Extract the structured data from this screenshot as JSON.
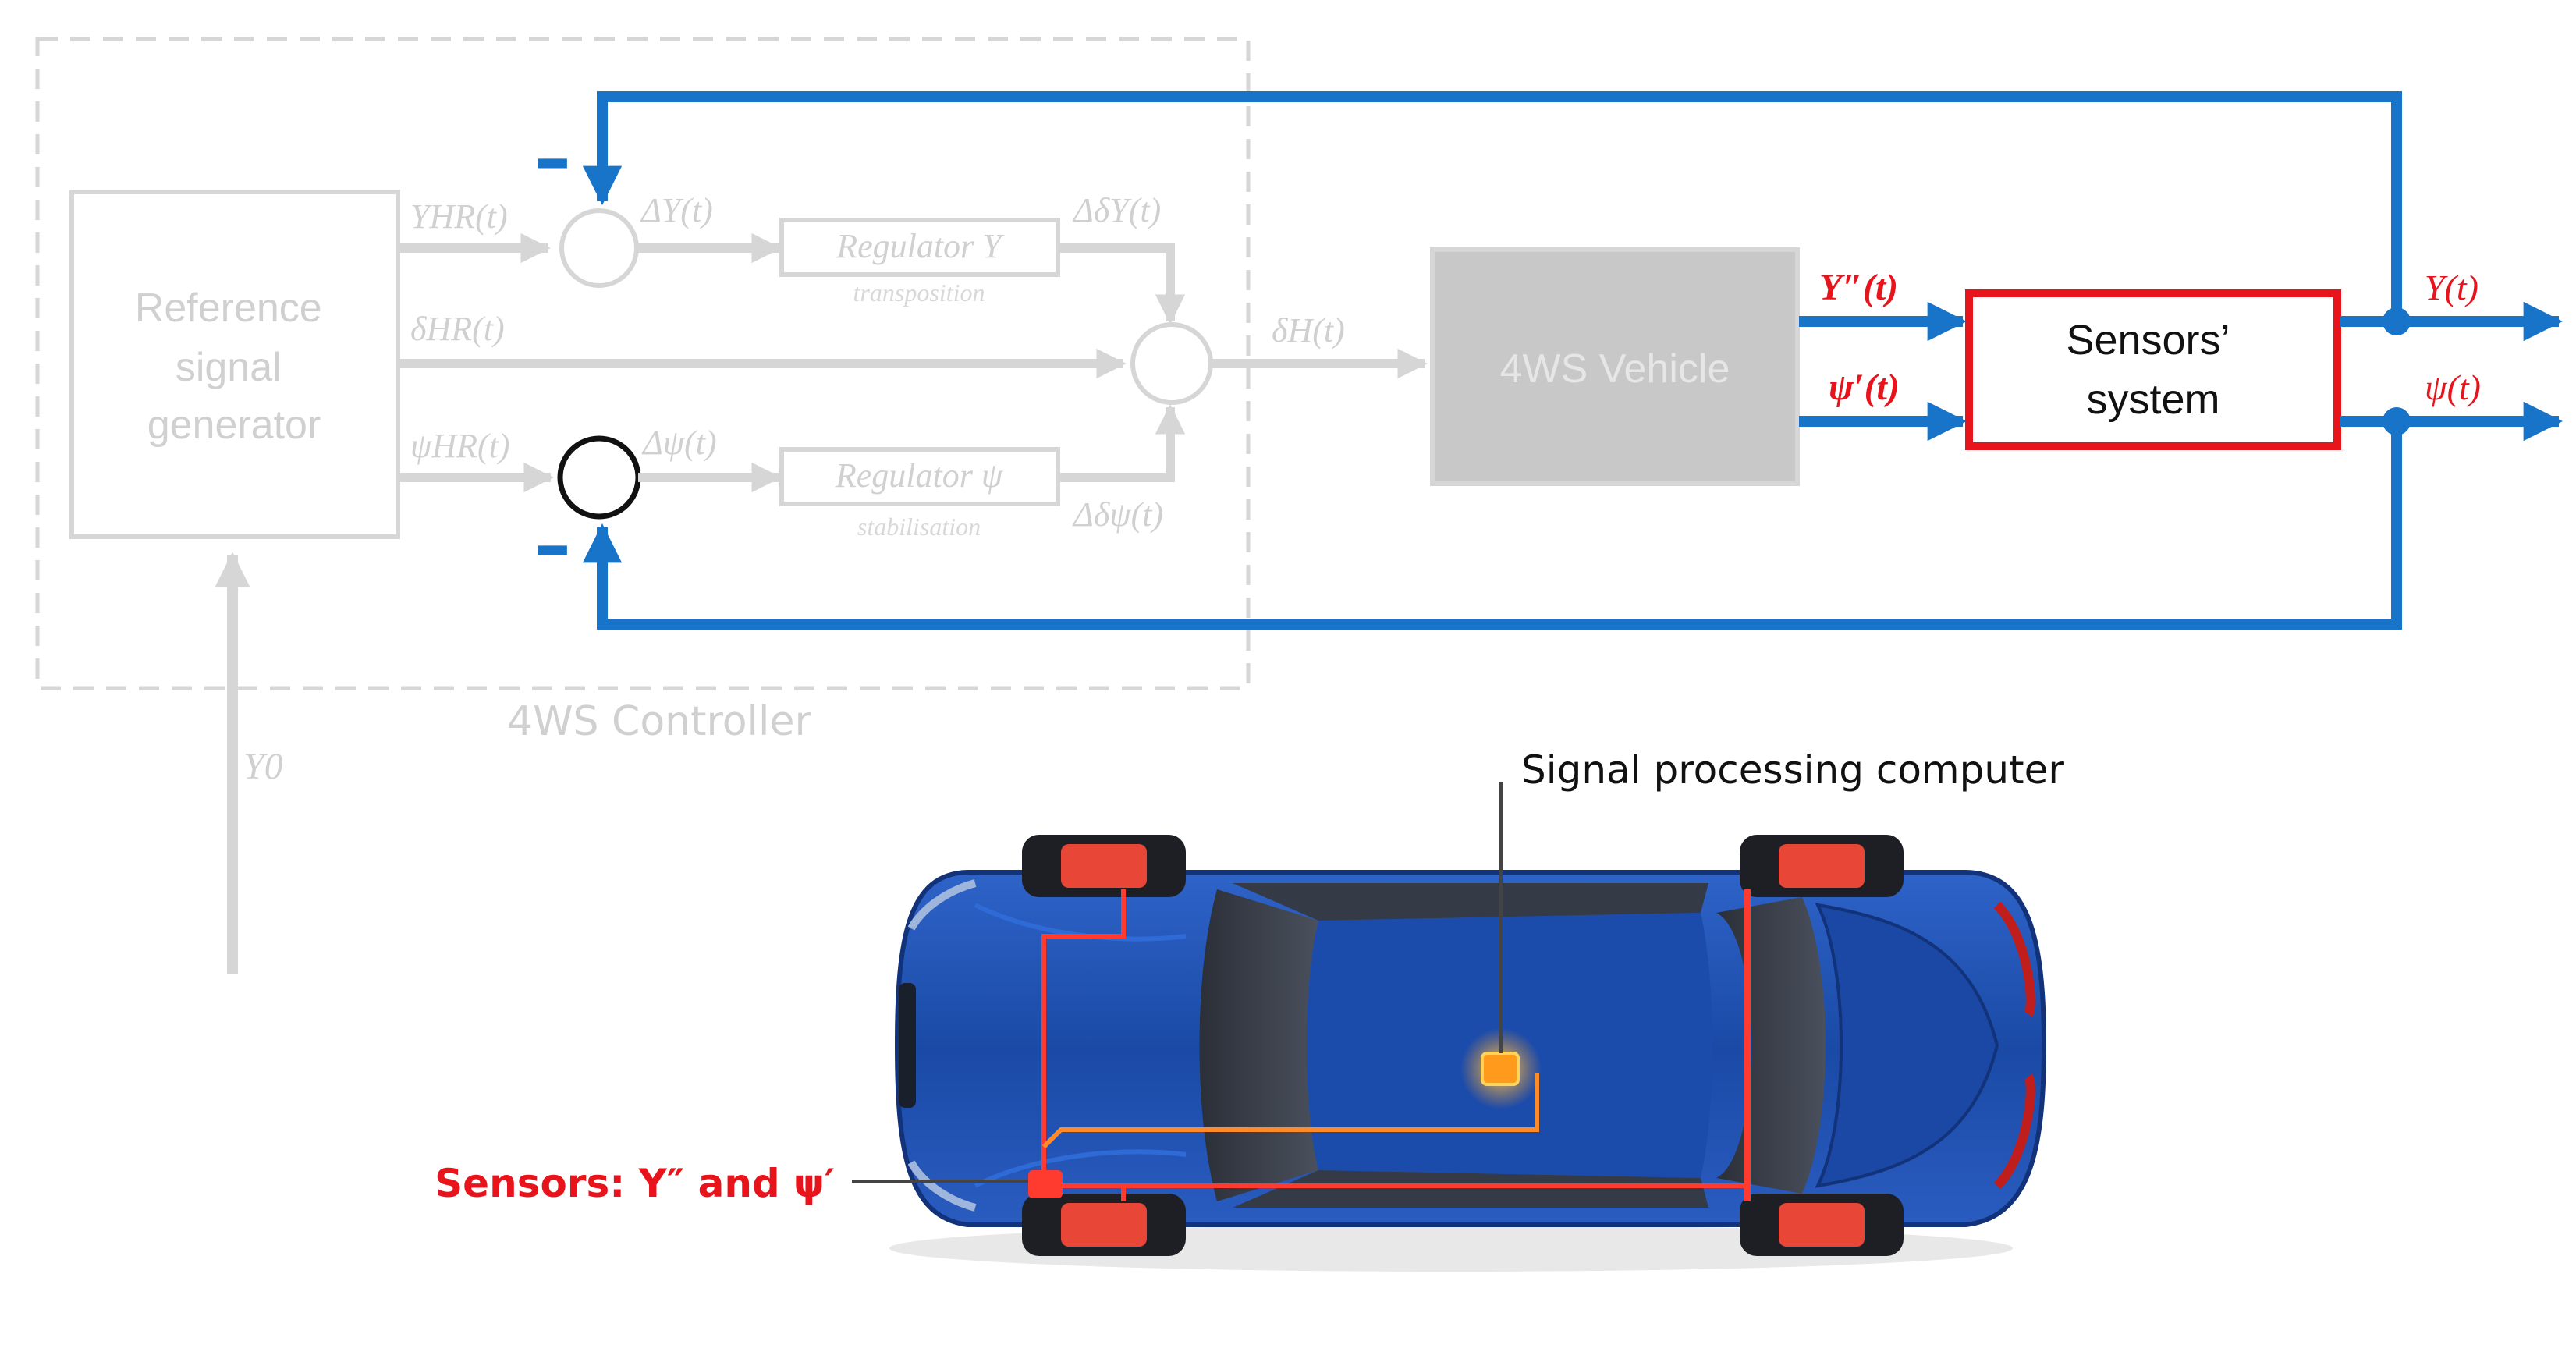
{
  "diagram": {
    "controller_label": "4WS Controller",
    "reference_block": [
      "Reference",
      "signal",
      "generator"
    ],
    "vehicle_block": "4WS Vehicle",
    "sensors_block": [
      "Sensors’",
      "system"
    ],
    "regulator_y": {
      "title": "Regulator Y",
      "sub": "transposition"
    },
    "regulator_psi": {
      "title": "Regulator ψ",
      "sub": "stabilisation"
    },
    "signals": {
      "y_hr": "YHR(t)",
      "delta_hr": "δHR(t)",
      "psi_hr": "ψHR(t)",
      "delta_y_err": "ΔY(t)",
      "delta_psi_err": "Δψ(t)",
      "delta_delta_y": "ΔδY(t)",
      "delta_delta_psi": "Δδψ(t)",
      "delta_h": "δH(t)",
      "y_acc": "Y″(t)",
      "psi_rate": "ψ′(t)",
      "y_out": "Y(t)",
      "psi_out": "ψ(t)",
      "y0": "Y0"
    },
    "minus_sign": "–",
    "colors": {
      "feedback": "#1874c8",
      "sensor_box": "#e8141c",
      "signal_red": "#e8141c",
      "ghost": "#d6d6d6",
      "vehicle_fill": "#c8c8c8"
    }
  },
  "car": {
    "processing_label": "Signal processing computer",
    "sensors_label": "Sensors: Y″ and ψ′",
    "colors": {
      "body": "#1d4fb0",
      "wiring": "#ff3a2e",
      "computer": "#ff9a1c"
    }
  }
}
